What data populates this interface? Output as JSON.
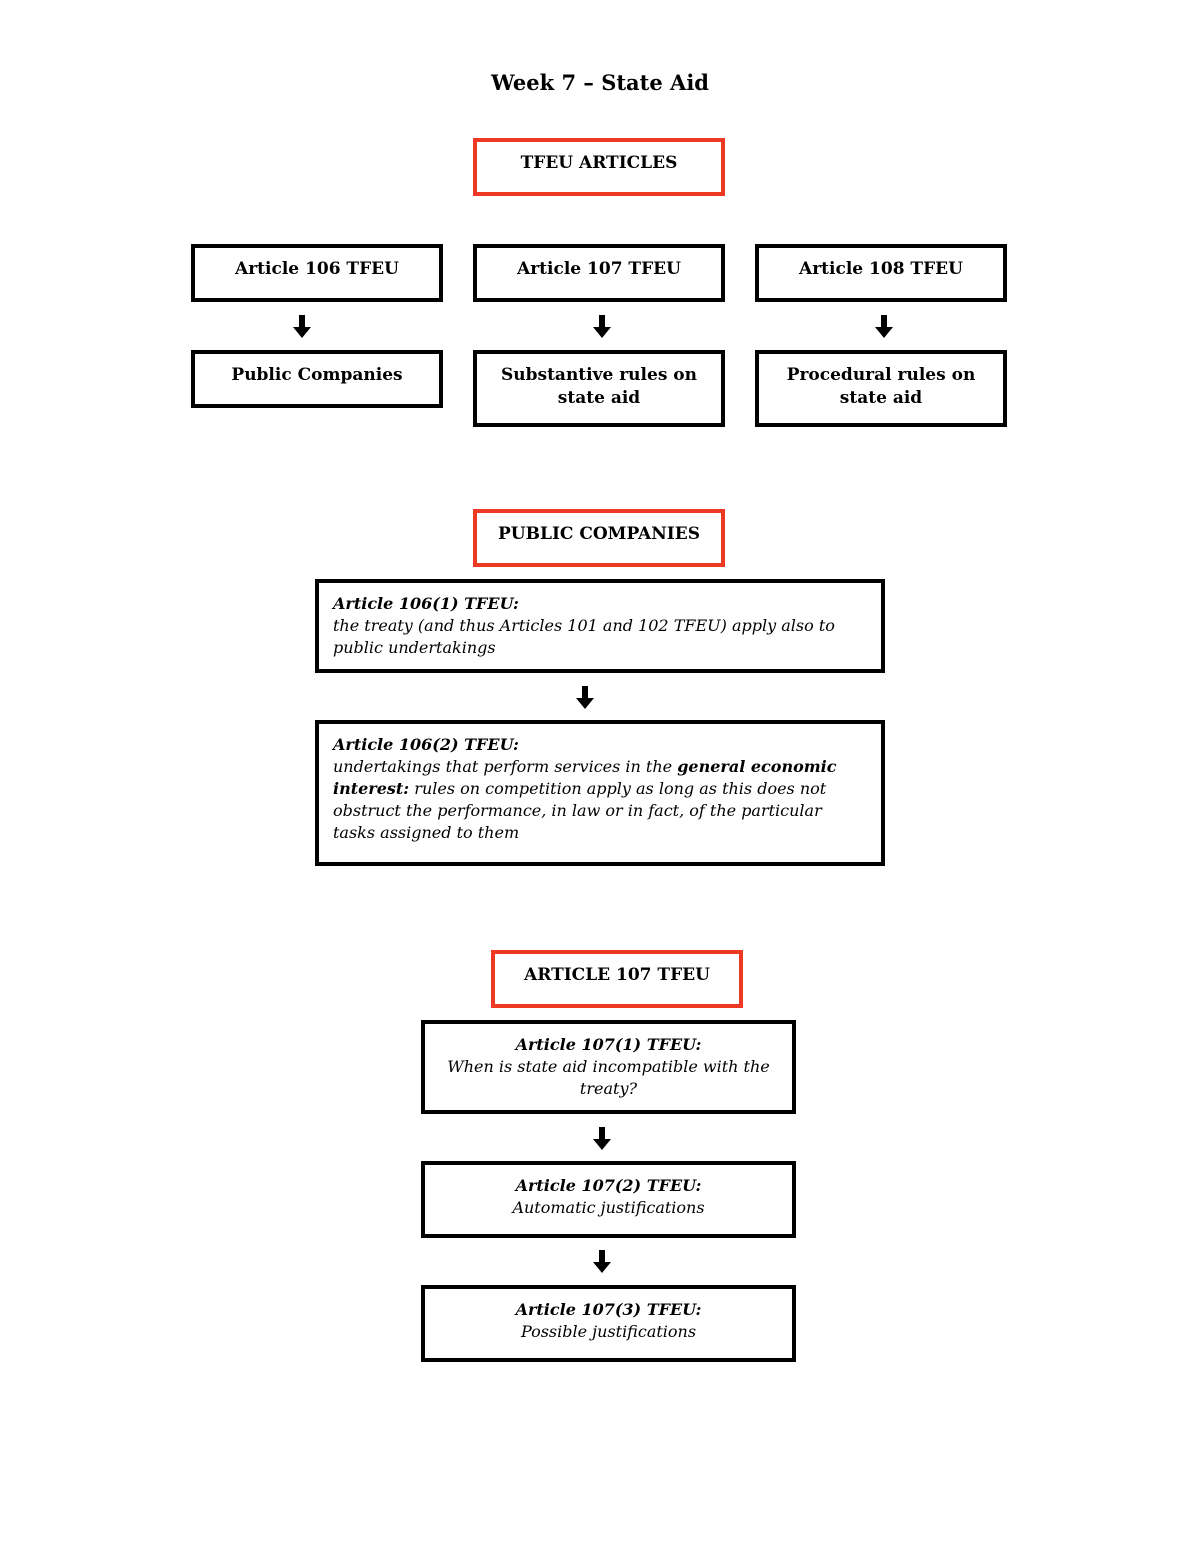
{
  "title": "Week 7 – State Aid",
  "section1": {
    "header": "TFEU ARTICLES",
    "columns": [
      {
        "article": "Article 106 TFEU",
        "topic": "Public Companies"
      },
      {
        "article": "Article 107 TFEU",
        "topic": "Substantive rules on state aid"
      },
      {
        "article": "Article 108 TFEU",
        "topic": "Procedural rules on state aid"
      }
    ]
  },
  "section2": {
    "header": "PUBLIC COMPANIES",
    "box1": {
      "heading": "Article 106(1) TFEU:",
      "text": "the treaty (and thus Articles 101 and 102 TFEU) apply also to public undertakings"
    },
    "box2": {
      "heading": "Article 106(2) TFEU:",
      "text_before": "undertakings that perform services in the ",
      "bold_text": "general economic interest:",
      "text_after": " rules on competition apply as long as this does not obstruct the performance, in law or in fact, of the particular tasks assigned to them"
    }
  },
  "section3": {
    "header": "ARTICLE 107 TFEU",
    "boxes": [
      {
        "heading": "Article 107(1) TFEU:",
        "text": "When is state aid incompatible with the treaty?"
      },
      {
        "heading": "Article 107(2) TFEU:",
        "text": "Automatic justifications"
      },
      {
        "heading": "Article 107(3) TFEU:",
        "text": "Possible justifications"
      }
    ]
  },
  "colors": {
    "accent_border": "#ee3a24",
    "box_border": "#000000"
  },
  "icons": {
    "arrow": "down-arrow-icon"
  }
}
